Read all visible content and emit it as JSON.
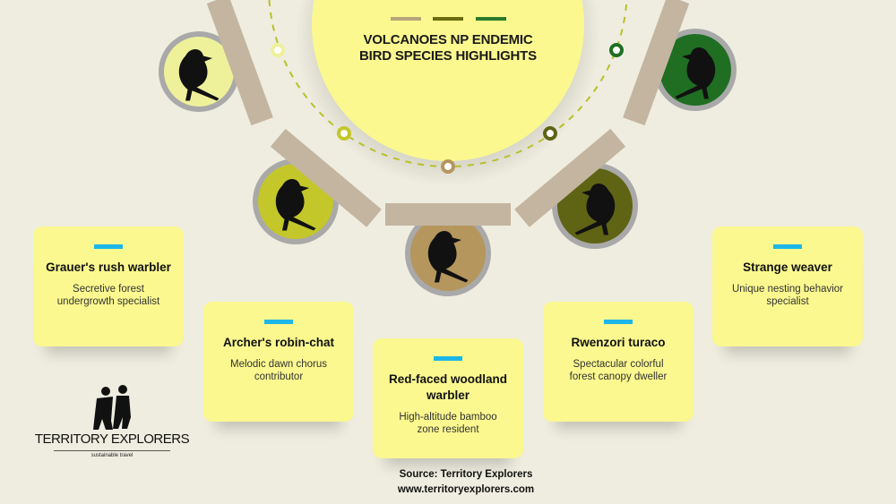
{
  "title": "VOLCANOES NP ENDEMIC BIRD SPECIES HIGHLIGHTS",
  "colors": {
    "background": "#eeeddf",
    "center_circle": "#fbf88f",
    "card": "#fbf88f",
    "accent_bar": "#1db6e8",
    "connector": "#c4b5a0",
    "swatches": [
      "#b8a47a",
      "#6b6b10",
      "#2a7a2a"
    ]
  },
  "birds": [
    {
      "name": "Grauer's rush warbler",
      "description": "Secretive forest undergrowth specialist",
      "circle_color": "#eef19a",
      "icon": "two-birds-on-branch-icon"
    },
    {
      "name": "Archer's robin-chat",
      "description": "Melodic dawn chorus contributor",
      "circle_color": "#c3c72a",
      "icon": "robin-silhouette-icon"
    },
    {
      "name": "Red-faced woodland warbler",
      "description": "High-altitude bamboo zone resident",
      "circle_color": "#b5965d",
      "icon": "warbler-silhouette-icon"
    },
    {
      "name": "Rwenzori turaco",
      "description": "Spectacular colorful forest canopy dweller",
      "circle_color": "#5e6414",
      "icon": "flying-bird-icon"
    },
    {
      "name": "Strange weaver",
      "description": "Unique nesting behavior specialist",
      "circle_color": "#1f6e22",
      "icon": "perched-bird-icon"
    }
  ],
  "logo": {
    "name": "TERRITORY EXPLORERS",
    "tagline": "sustainable travel"
  },
  "source": {
    "line1": "Source: Territory Explorers",
    "line2": "www.territoryexplorers.com"
  }
}
